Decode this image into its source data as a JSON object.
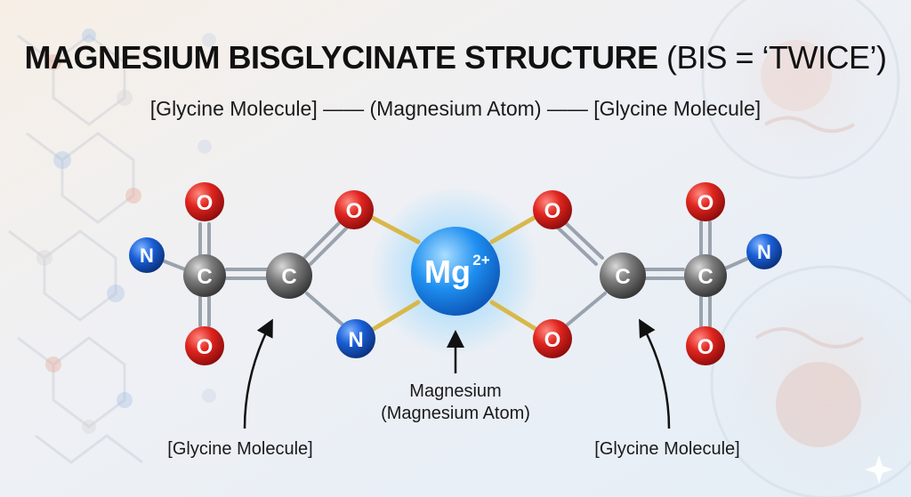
{
  "title": {
    "bold": "MAGNESIUM BISGLYCINATE STRUCTURE",
    "normal": "(BIS = ‘TWICE’)"
  },
  "subtitle": "[Glycine Molecule] —— (Magnesium Atom) —— [Glycine Molecule]",
  "atoms": {
    "oxygen": "O",
    "nitrogen": "N",
    "carbon": "C",
    "magnesium": "Mg",
    "magnesium_charge": "2+"
  },
  "labels": {
    "magnesium_line1": "Magnesium",
    "magnesium_line2": "(Magnesium Atom)",
    "left_glycine": "[Glycine Molecule]",
    "right_glycine": "[Glycine Molecule]"
  },
  "colors": {
    "oxygen": "#d81c1c",
    "nitrogen": "#1656c8",
    "carbon": "#6e6e6e",
    "magnesium": "#1c8ef0",
    "coordination_bond": "#d7b84a"
  }
}
